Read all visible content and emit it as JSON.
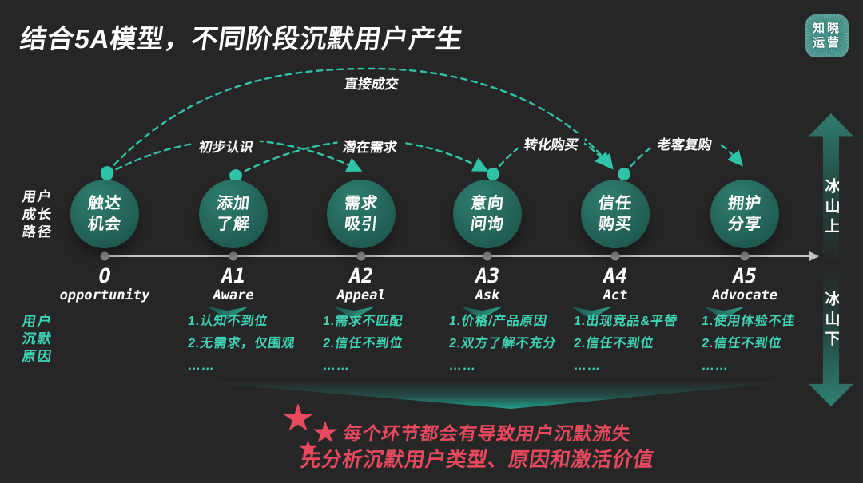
{
  "title": "结合5A模型，不同阶段沉默用户产生",
  "logo": {
    "line1": "知晓",
    "line2": "运营"
  },
  "arc_labels": {
    "direct_deal": "直接成交",
    "initial_know": "初步认识",
    "potential_need": "潜在需求",
    "convert_buy": "转化购买",
    "repeat_buy": "老客复购"
  },
  "axis_left": {
    "growth_path": [
      "用户",
      "成长",
      "路径"
    ],
    "silent_reason": [
      "用户",
      "沉默",
      "原因"
    ]
  },
  "iceberg": {
    "above": "冰山上",
    "below": "冰山下"
  },
  "stages": [
    {
      "code": "O",
      "name": "opportunity",
      "circle": [
        "触达",
        "机会"
      ],
      "reasons": []
    },
    {
      "code": "A1",
      "name": "Aware",
      "circle": [
        "添加",
        "了解"
      ],
      "reasons": [
        "1.认知不到位",
        "2.无需求，仅围观",
        "……"
      ]
    },
    {
      "code": "A2",
      "name": "Appeal",
      "circle": [
        "需求",
        "吸引"
      ],
      "reasons": [
        "1.需求不匹配",
        "2.信任不到位",
        "……"
      ]
    },
    {
      "code": "A3",
      "name": "Ask",
      "circle": [
        "意向",
        "问询"
      ],
      "reasons": [
        "1.价格/产品原因",
        "2.双方了解不充分",
        "……"
      ]
    },
    {
      "code": "A4",
      "name": "Act",
      "circle": [
        "信任",
        "购买"
      ],
      "reasons": [
        "1.出现竞品&平替",
        "2.信任不到位",
        "……"
      ]
    },
    {
      "code": "A5",
      "name": "Advocate",
      "circle": [
        "拥护",
        "分享"
      ],
      "reasons": [
        "1.使用体验不佳",
        "2.信任不到位",
        "……"
      ]
    }
  ],
  "footer": {
    "line1": "每个环节都会有导致用户沉默流失",
    "line2": "先分析沉默用户类型、原因和激活价值"
  },
  "colors": {
    "background": "#262626",
    "accent_dash": "#2fc4a7",
    "reason_text": "#3fd3b6",
    "circle_fill": "#27695c",
    "alert_red": "#e8495f",
    "timeline_grey": "#c4c4c4"
  }
}
